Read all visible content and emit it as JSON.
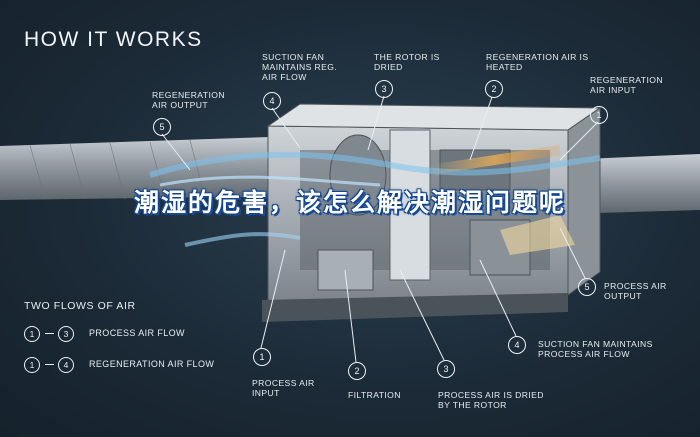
{
  "title": "HOW IT WORKS",
  "banner": "潮湿的危害，该怎么解决潮湿问题呢",
  "callouts_top": [
    {
      "num": "5",
      "text": "REGENERATION AIR OUTPUT"
    },
    {
      "num": "4",
      "text": "SUCTION FAN MAINTAINS REG. AIR FLOW"
    },
    {
      "num": "3",
      "text": "THE ROTOR IS DRIED"
    },
    {
      "num": "2",
      "text": "REGENERATION AIR IS HEATED"
    },
    {
      "num": "1",
      "text": "REGENERATION AIR INPUT"
    }
  ],
  "callouts_bottom": [
    {
      "num": "1",
      "text": "PROCESS AIR INPUT"
    },
    {
      "num": "2",
      "text": "FILTRATION"
    },
    {
      "num": "3",
      "text": "PROCESS AIR IS DRIED BY THE ROTOR"
    },
    {
      "num": "4",
      "text": "SUCTION FAN MAINTAINS PROCESS AIR FLOW"
    },
    {
      "num": "5",
      "text": "PROCESS AIR OUTPUT"
    }
  ],
  "flows": {
    "title": "TWO FLOWS OF AIR",
    "items": [
      {
        "from": "1",
        "to": "3",
        "name": "PROCESS AIR FLOW"
      },
      {
        "from": "1",
        "to": "4",
        "name": "REGENERATION AIR FLOW"
      }
    ]
  },
  "colors": {
    "background": "#1c2b38",
    "text": "#e8eef3",
    "banner_outline": "#1b4f9a",
    "regen_flow": "#e8a23c",
    "process_flow": "#6fb8e8"
  }
}
